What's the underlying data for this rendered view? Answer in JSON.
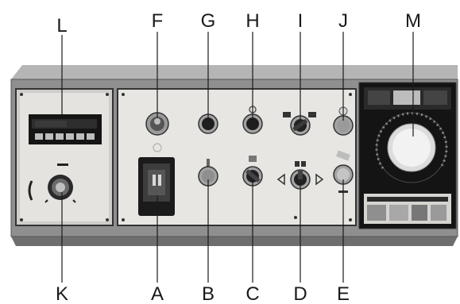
{
  "labels": {
    "top": [
      "L",
      "F",
      "G",
      "H",
      "I",
      "J",
      "M"
    ],
    "bottom": [
      "K",
      "A",
      "B",
      "C",
      "D",
      "E"
    ]
  },
  "colors": {
    "housing": "#8f8f8f",
    "plate": "#e8e6e2",
    "display_panel": "#1c1c1c",
    "dial_panel": "#141414"
  }
}
